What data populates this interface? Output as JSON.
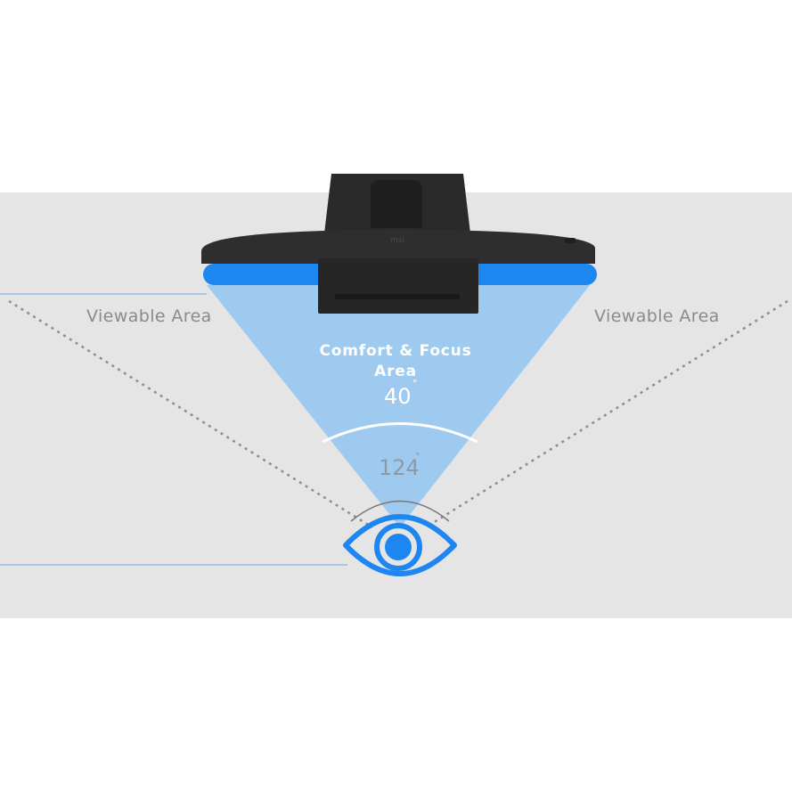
{
  "labels": {
    "viewable_left": "Viewable Area",
    "viewable_right": "Viewable Area",
    "comfort_line1": "Comfort & Focus",
    "comfort_line2": "Area",
    "comfort_angle": "40",
    "view_angle": "124",
    "degree_mark": "°"
  },
  "colors": {
    "background_band": "#e5e5e5",
    "page": "#ffffff",
    "cone_fill": "#9ecaf0",
    "accent_blue": "#1e86f0",
    "guide_line": "#a9c5e6",
    "dotted_line": "#8e8e8e",
    "monitor_body": "#2b2b2b",
    "arc_white": "#ffffff",
    "arc_gray": "#777777"
  },
  "icons": {
    "eye": "eye-icon",
    "monitor": "monitor-top-view"
  },
  "angles_degrees": {
    "comfort_focus": 40,
    "viewable": 124
  }
}
